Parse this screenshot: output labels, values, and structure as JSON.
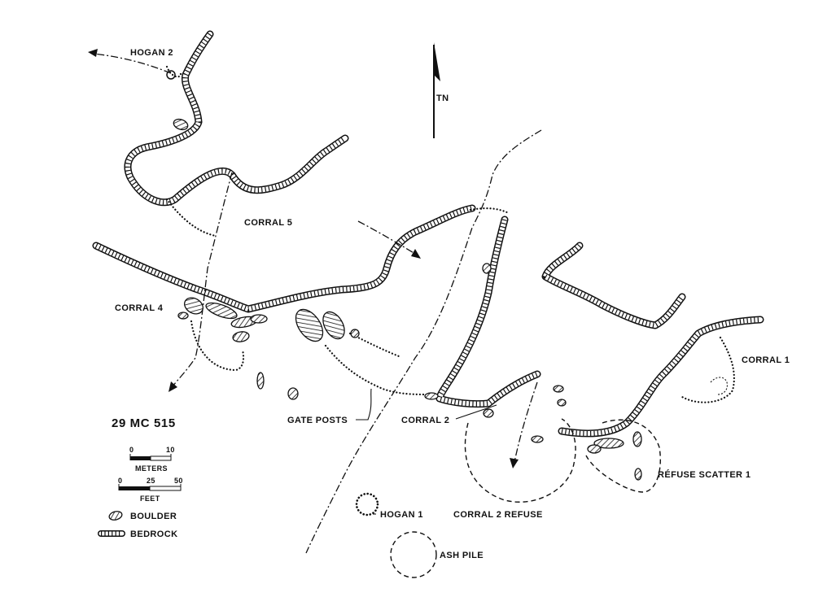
{
  "site": {
    "title": "29 MC 515",
    "north_label": "TN"
  },
  "features": {
    "hogan_2": "HOGAN 2",
    "hogan_1": "HOGAN 1",
    "corral_1": "CORRAL 1",
    "corral_2": "CORRAL 2",
    "corral_4": "CORRAL 4",
    "corral_5": "CORRAL 5",
    "gate_posts": "GATE POSTS",
    "corral_2_refuse": "CORRAL 2 REFUSE",
    "refuse_scatter_1": "RÉFUSE SCATTER 1",
    "ash_pile": "ASH PILE"
  },
  "scale": {
    "meters": {
      "unit": "METERS",
      "ticks": [
        "0",
        "10"
      ]
    },
    "feet": {
      "unit": "FEET",
      "ticks": [
        "0",
        "25",
        "50"
      ]
    }
  },
  "legend": {
    "boulder": "BOULDER",
    "bedrock": "BEDROCK"
  }
}
